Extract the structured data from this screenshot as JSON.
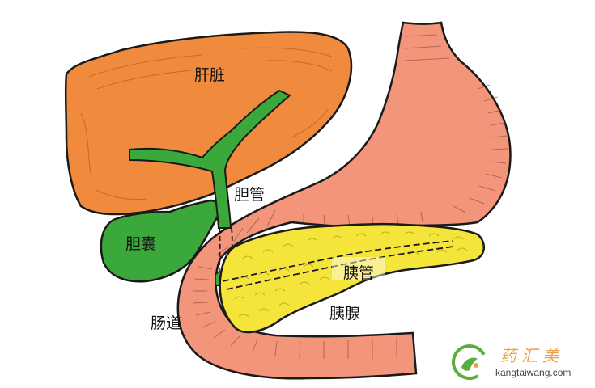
{
  "labels": {
    "liver": "肝脏",
    "bile_duct": "胆管",
    "gallbladder": "胆囊",
    "pancreatic_duct": "胰管",
    "pancreas": "胰腺",
    "intestine": "肠道"
  },
  "watermark": {
    "title": "药汇美",
    "url": "kangtaiwang.com"
  },
  "colors": {
    "liver": "#f08a3c",
    "gallbladder": "#3aa83a",
    "stomach": "#f2957a",
    "pancreas": "#f5e43a",
    "outline": "#1a1a1a",
    "watermark_green": "#5cae3c",
    "watermark_orange": "#e9a24a"
  }
}
